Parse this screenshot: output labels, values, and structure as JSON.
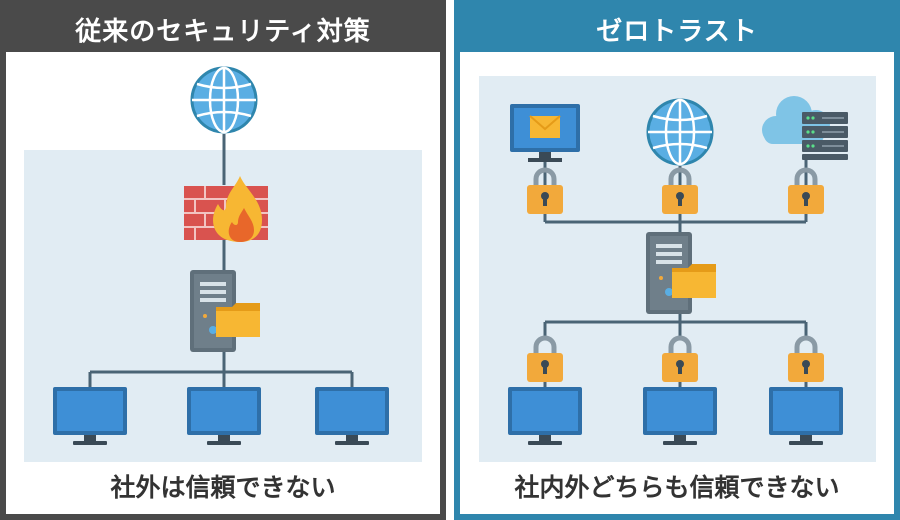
{
  "left_panel": {
    "title": "従来のセキュリティ対策",
    "caption": "社外は信頼できない",
    "icons": [
      "globe-icon",
      "firewall-icon",
      "server-icon",
      "folder-icon",
      "monitor-icon",
      "monitor-icon",
      "monitor-icon"
    ]
  },
  "right_panel": {
    "title": "ゼロトラスト",
    "caption": "社内外どちらも信頼できない",
    "icons": [
      "mail-monitor-icon",
      "globe-icon",
      "cloud-server-icon",
      "lock-icon",
      "server-icon",
      "folder-icon",
      "monitor-icon",
      "monitor-icon",
      "monitor-icon"
    ]
  },
  "colors": {
    "left_accent": "#4a4a4a",
    "right_accent": "#2f86ad",
    "zone_bg": "#e1ecf3",
    "line": "#4a6475",
    "lock_body": "#f2a93b",
    "monitor": "#3e8fd6",
    "globe": "#5aaee3",
    "folder": "#f7b733",
    "firewall": "#d9534f"
  }
}
